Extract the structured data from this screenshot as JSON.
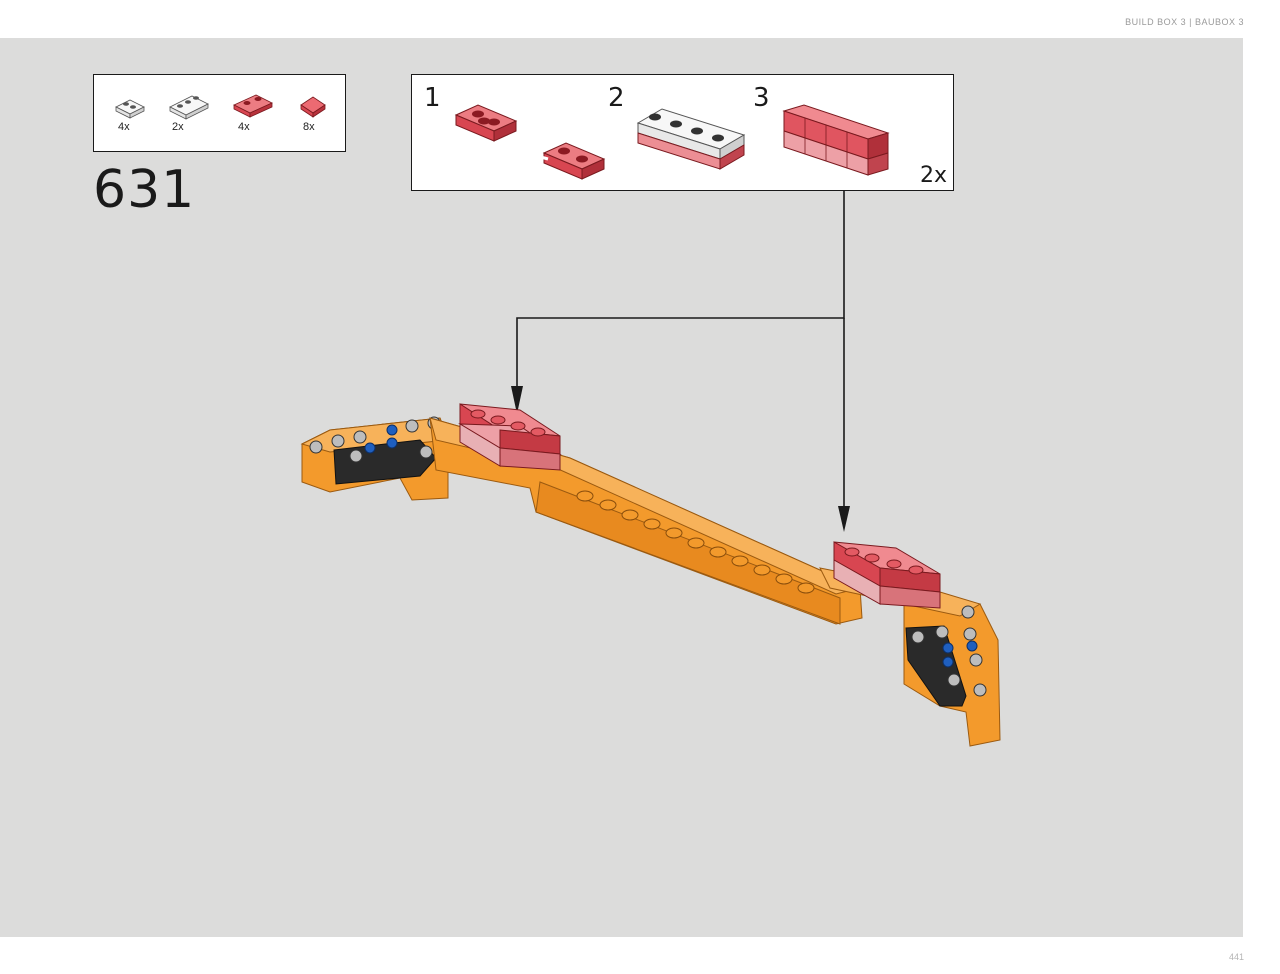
{
  "header": {
    "label": "BUILD BOX 3 | BAUBOX 3"
  },
  "page_number": "441",
  "step_number": "631",
  "parts_list": [
    {
      "qty": "4x",
      "icon": "plate-1x2-transparent-clear-icon",
      "color": "#f2f2f2"
    },
    {
      "qty": "2x",
      "icon": "plate-1x3-transparent-clear-icon",
      "color": "#f2f2f2"
    },
    {
      "qty": "4x",
      "icon": "plate-1x2-transparent-red-icon",
      "color": "#e0414a"
    },
    {
      "qty": "8x",
      "icon": "tile-round-transparent-red-icon",
      "color": "#e0414a"
    }
  ],
  "sub_steps": [
    {
      "number": "1",
      "image": "red-plates-joining-icon"
    },
    {
      "number": "2",
      "image": "clear-plate-stack-icon"
    },
    {
      "number": "3",
      "image": "red-stack-assembly-icon"
    }
  ],
  "sub_assembly_multiplier": "2x",
  "colors": {
    "background": "#dcdcdb",
    "orange_beam": "#f39a2c",
    "transparent_red": "#e0414a",
    "black_connector": "#2a2a2a",
    "blue_pin": "#1f5fbf"
  }
}
